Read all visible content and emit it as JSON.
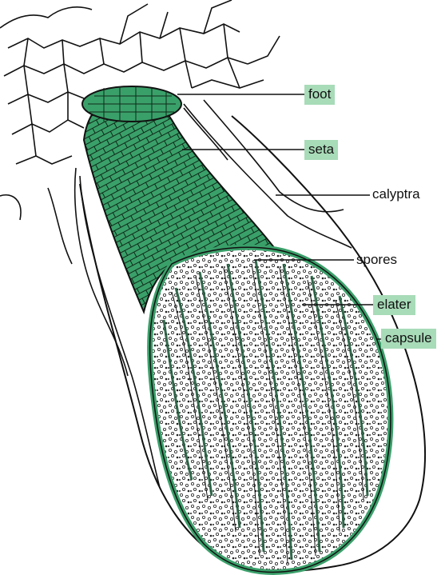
{
  "figure": {
    "labels": [
      {
        "id": "foot",
        "text": "foot",
        "highlighted": true
      },
      {
        "id": "seta",
        "text": "seta",
        "highlighted": true
      },
      {
        "id": "calyptra",
        "text": "calyptra",
        "highlighted": false
      },
      {
        "id": "spores",
        "text": "spores",
        "highlighted": false
      },
      {
        "id": "elater",
        "text": "elater",
        "highlighted": true
      },
      {
        "id": "capsule",
        "text": "capsule",
        "highlighted": true
      }
    ],
    "colors": {
      "sporophyte_green": "#3aa06a",
      "label_highlight": "#a8dbb8",
      "outline": "#111111",
      "background": "#ffffff"
    }
  }
}
